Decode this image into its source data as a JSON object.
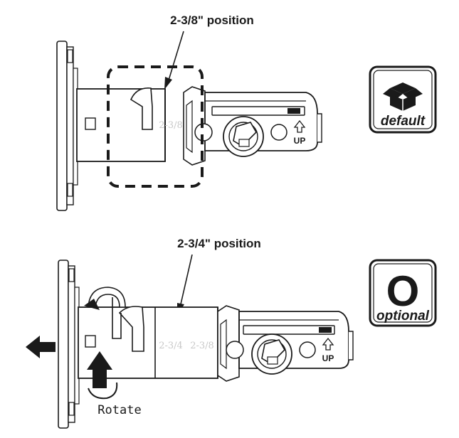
{
  "top_figure": {
    "callout": "2-3/8\" position",
    "stamp": "2-3/8",
    "up_label": "UP"
  },
  "bottom_figure": {
    "callout": "2-3/4\" position",
    "stamp_a": "2-3/4",
    "stamp_b": "2-3/8",
    "up_label": "UP",
    "rotate_label": "Rotate"
  },
  "badges": {
    "default": {
      "label": "default",
      "icon": "open-box-icon"
    },
    "optional": {
      "label": "optional",
      "glyph": "O"
    }
  },
  "colors": {
    "ink": "#1a1a1a",
    "paper": "#ffffff",
    "stamp": "#c8c8c8"
  }
}
